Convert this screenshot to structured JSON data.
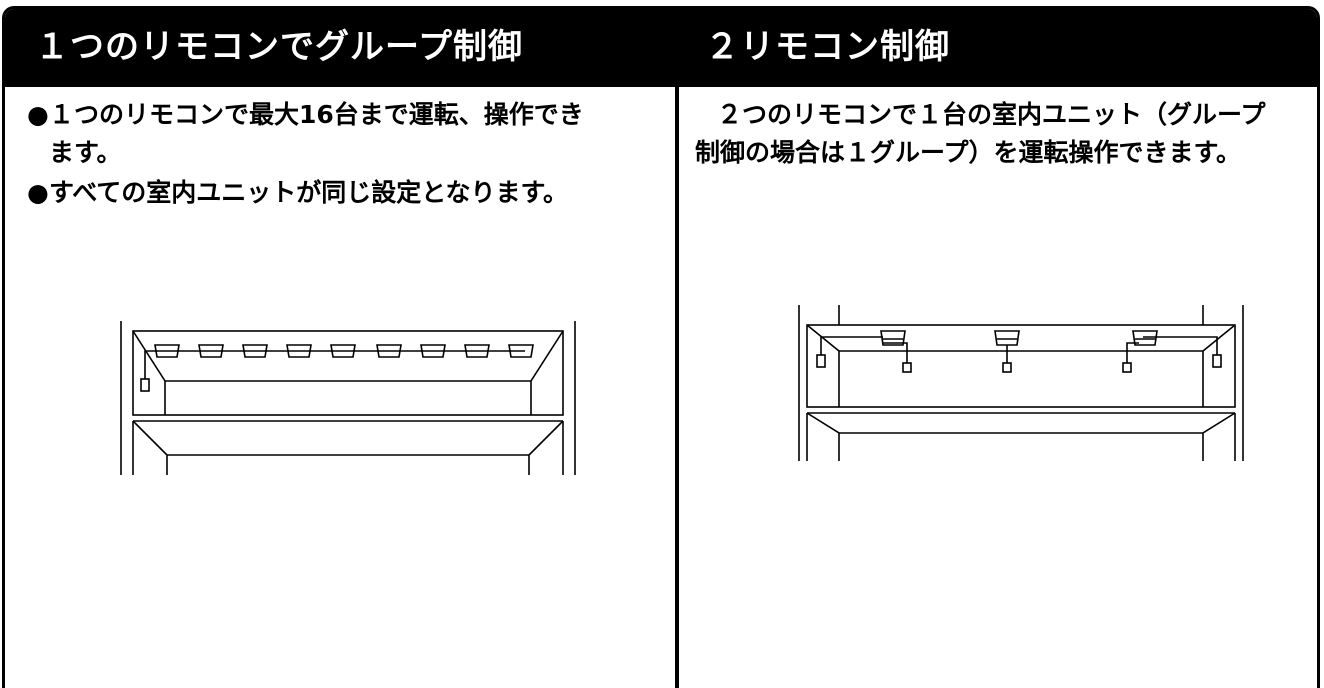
{
  "left_panel": {
    "title": "１つのリモコンでグループ制御",
    "bullets": [
      "１つのリモコンで最大16台まで運転、操作でき",
      "ます。",
      "すべての室内ユニットが同じ設定となります。"
    ],
    "bullet_symbol": "●"
  },
  "right_panel": {
    "title": "２リモコン制御",
    "lines": [
      "２つのリモコンで１台の室内ユニット（グループ",
      "制御の場合は１グループ）を運転操作できます。"
    ]
  },
  "colors": {
    "header_bg": "#000000",
    "header_text": "#ffffff",
    "line": "#000000"
  }
}
